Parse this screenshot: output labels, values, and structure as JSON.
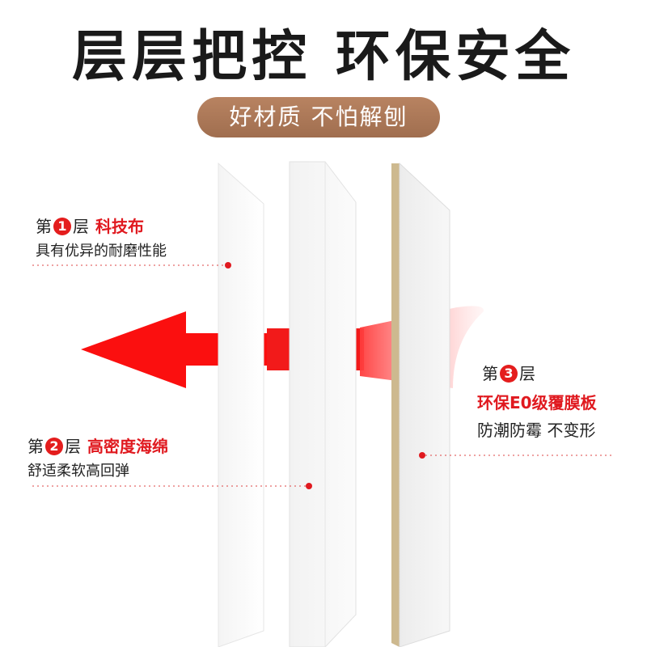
{
  "headline": "层层把控 环保安全",
  "badge": "好材质 不怕解刨",
  "layers": [
    {
      "prefix": "第",
      "number": "1",
      "suffix": "层",
      "name": "科技布",
      "desc": "具有优异的耐磨性能"
    },
    {
      "prefix": "第",
      "number": "2",
      "suffix": "层",
      "name": "高密度海绵",
      "desc": "舒适柔软高回弹"
    },
    {
      "prefix": "第",
      "number": "3",
      "suffix": "层",
      "name": "环保E0级覆膜板",
      "desc": "防潮防霉 不变形"
    }
  ],
  "colors": {
    "accent_red": "#e0191f",
    "badge_brown": "#a87557",
    "board_edge": "#cdb98f"
  }
}
